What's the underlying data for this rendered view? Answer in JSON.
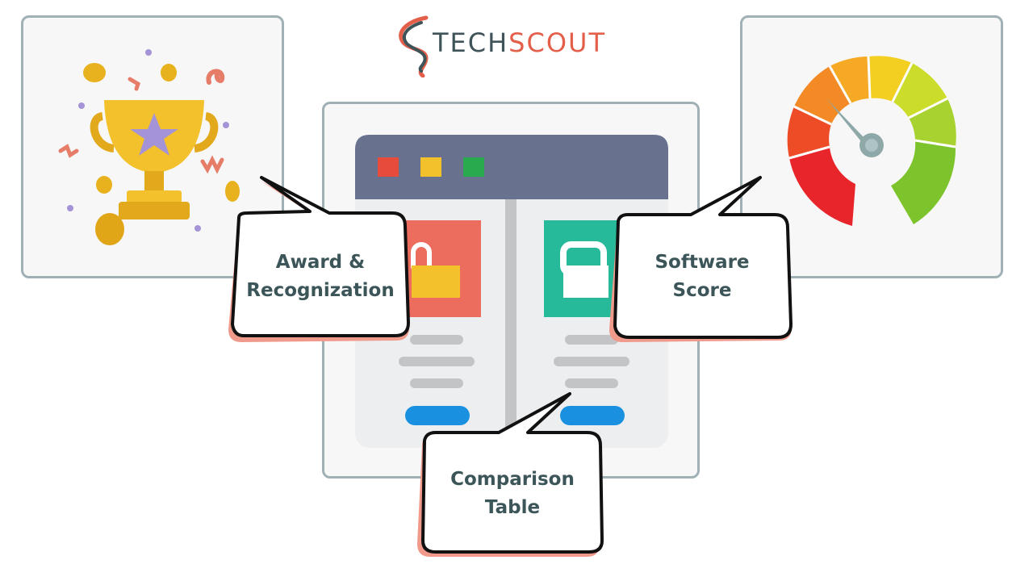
{
  "brand": {
    "name_part_a": "TECH",
    "name_part_b": "SCOUT"
  },
  "callouts": {
    "award": {
      "line1": "Award &",
      "line2": "Recognization"
    },
    "score": {
      "line1": "Software",
      "line2": "Score"
    },
    "compare": {
      "line1": "Comparison",
      "line2": "Table"
    }
  },
  "colors": {
    "accent_red": "#e35f4a",
    "text_dark": "#3c5559",
    "panel_border": "#9fb1b5"
  },
  "icons": [
    "trophy-icon",
    "comparison-window-icon",
    "speedometer-gauge-icon"
  ]
}
